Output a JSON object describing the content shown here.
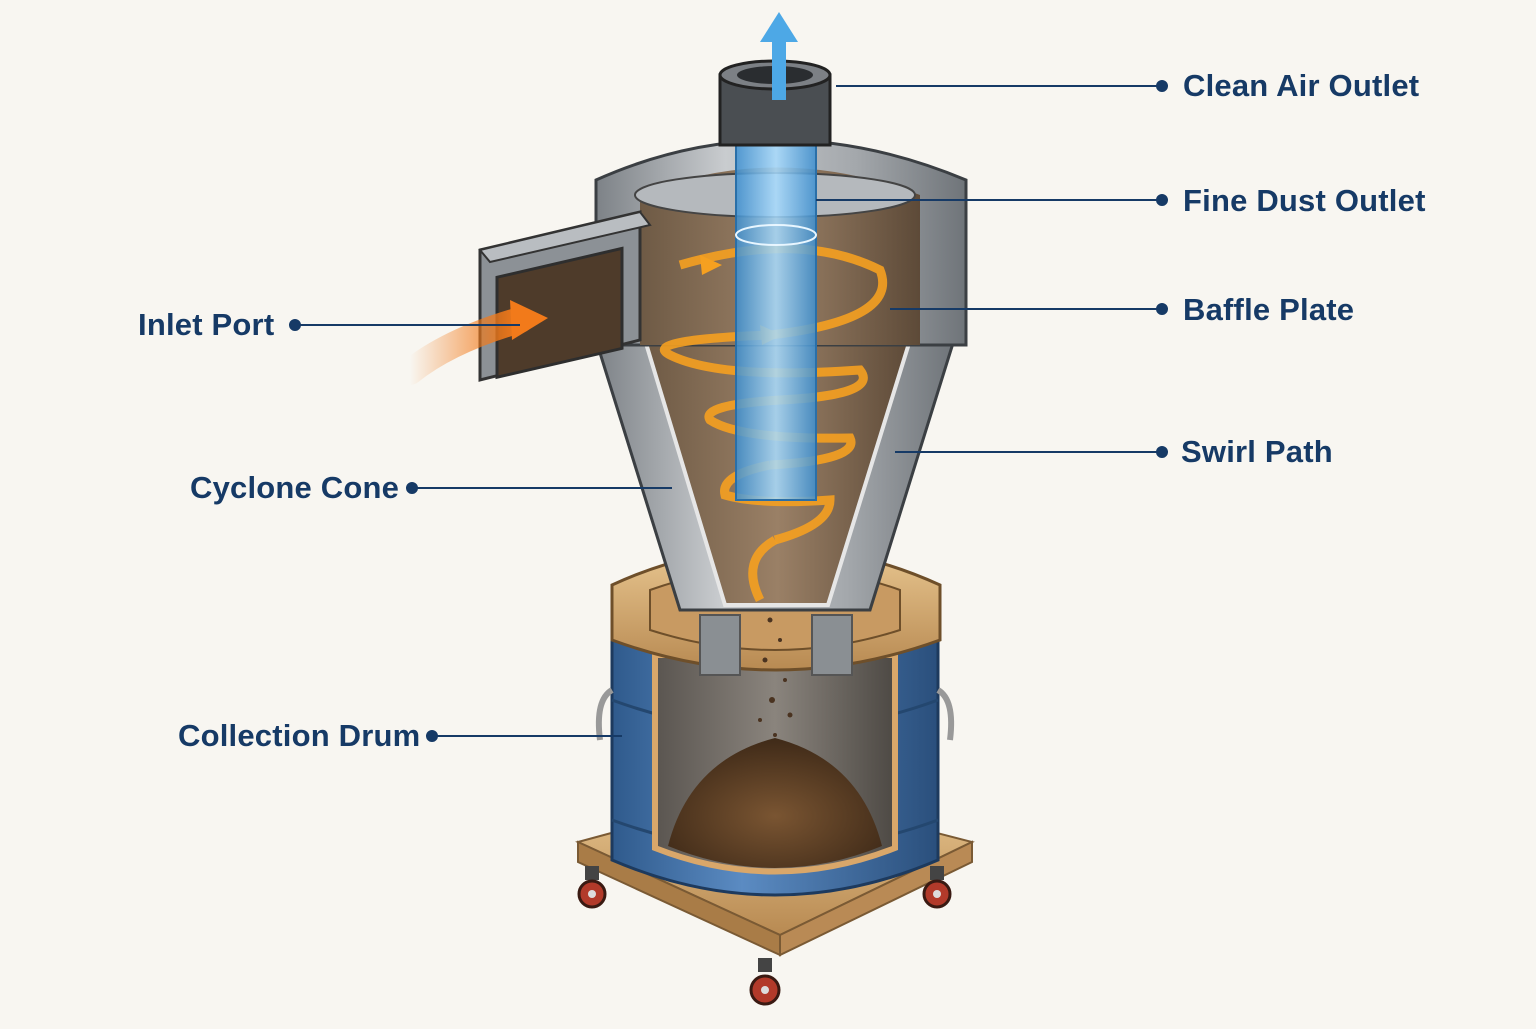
{
  "labels": {
    "clean_air_outlet": "Clean Air Outlet",
    "fine_dust_outlet": "Fine Dust Outlet",
    "baffle_plate": "Baffle Plate",
    "swirl_path": "Swirl Path",
    "inlet_port": "Inlet Port",
    "cyclone_cone": "Cyclone Cone",
    "collection_drum": "Collection Drum"
  },
  "colors": {
    "background": "#f8f6f1",
    "label_text": "#163a66",
    "leader_line": "#163a66",
    "air_flow": "#4da8e6",
    "swirl": "#f5a020",
    "inlet_flow": "#f27a1a",
    "metal": "#9ea3a7",
    "drum": "#3f6fa5",
    "wood": "#d9b27c",
    "dust": "#6b4a2b"
  }
}
